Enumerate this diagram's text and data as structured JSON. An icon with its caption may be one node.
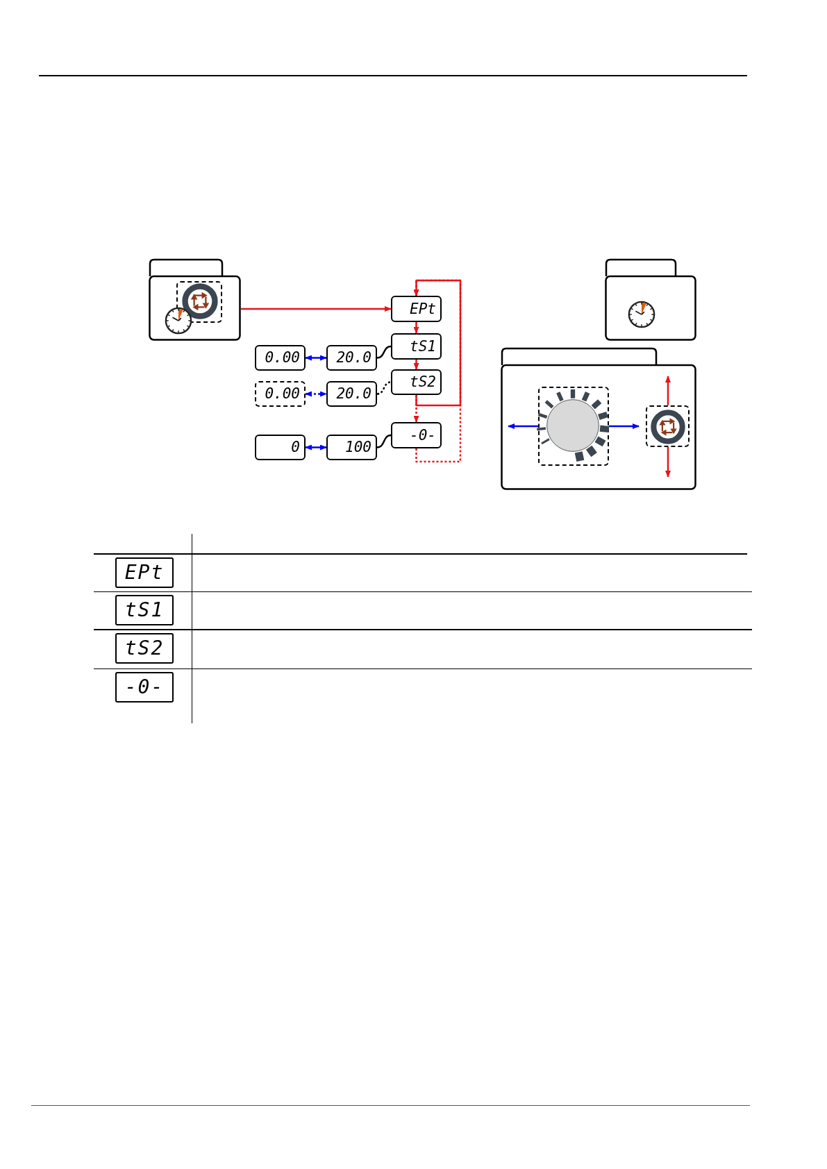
{
  "diagram": {
    "nodes": [
      {
        "text": [],
        "shape": "box"
      },
      {
        "text": [
          "EPt"
        ]
      },
      {
        "text": [
          "tS1"
        ]
      },
      {
        "text": [
          "tS2"
        ]
      },
      {
        "text": [
          "-0-"
        ]
      },
      {
        "text": [
          "0.00"
        ]
      },
      {
        "text": [
          "20.0"
        ]
      },
      {
        "text": [
          "0.00"
        ]
      },
      {
        "text": [
          "20.0"
        ]
      },
      {
        "text": [
          "0"
        ]
      },
      {
        "text": [
          "100"
        ]
      },
      {
        "text": [],
        "shape": "box"
      },
      {
        "text": [],
        "shape": "box"
      },
      {
        "text": [
          "EPt"
        ]
      },
      {
        "text": [
          "tS1"
        ]
      },
      {
        "text": [
          "tS2"
        ]
      },
      {
        "text": [
          "-0-"
        ]
      }
    ],
    "edges": [
      {
        "from": 0,
        "to": 1,
        "arrow": "to"
      },
      {
        "from": 1,
        "to": 2,
        "arrow": "to"
      },
      {
        "from": 2,
        "to": 3,
        "arrow": "to"
      },
      {
        "from": 3,
        "to": 4,
        "arrow": "to",
        "style": "dashed"
      },
      {
        "from": 3,
        "to": 1,
        "arrow": "to"
      },
      {
        "from": 4,
        "to": 1,
        "arrow": "to",
        "style": "dashed"
      },
      {
        "from": 5,
        "to": 6,
        "arrow": "both",
        "color": "#0000ff"
      },
      {
        "from": 7,
        "to": 8,
        "arrow": "both",
        "style": "dashed",
        "color": "#0000ff"
      },
      {
        "from": 9,
        "to": 10,
        "arrow": "both",
        "color": "#0000ff"
      },
      {
        "from": 6,
        "to": 2,
        "arrow": "none",
        "color": "#000000"
      },
      {
        "from": 8,
        "to": 3,
        "arrow": "none",
        "style": "dashed",
        "color": "#000000"
      },
      {
        "from": 10,
        "to": 4,
        "arrow": "none",
        "color": "#000000"
      }
    ]
  }
}
